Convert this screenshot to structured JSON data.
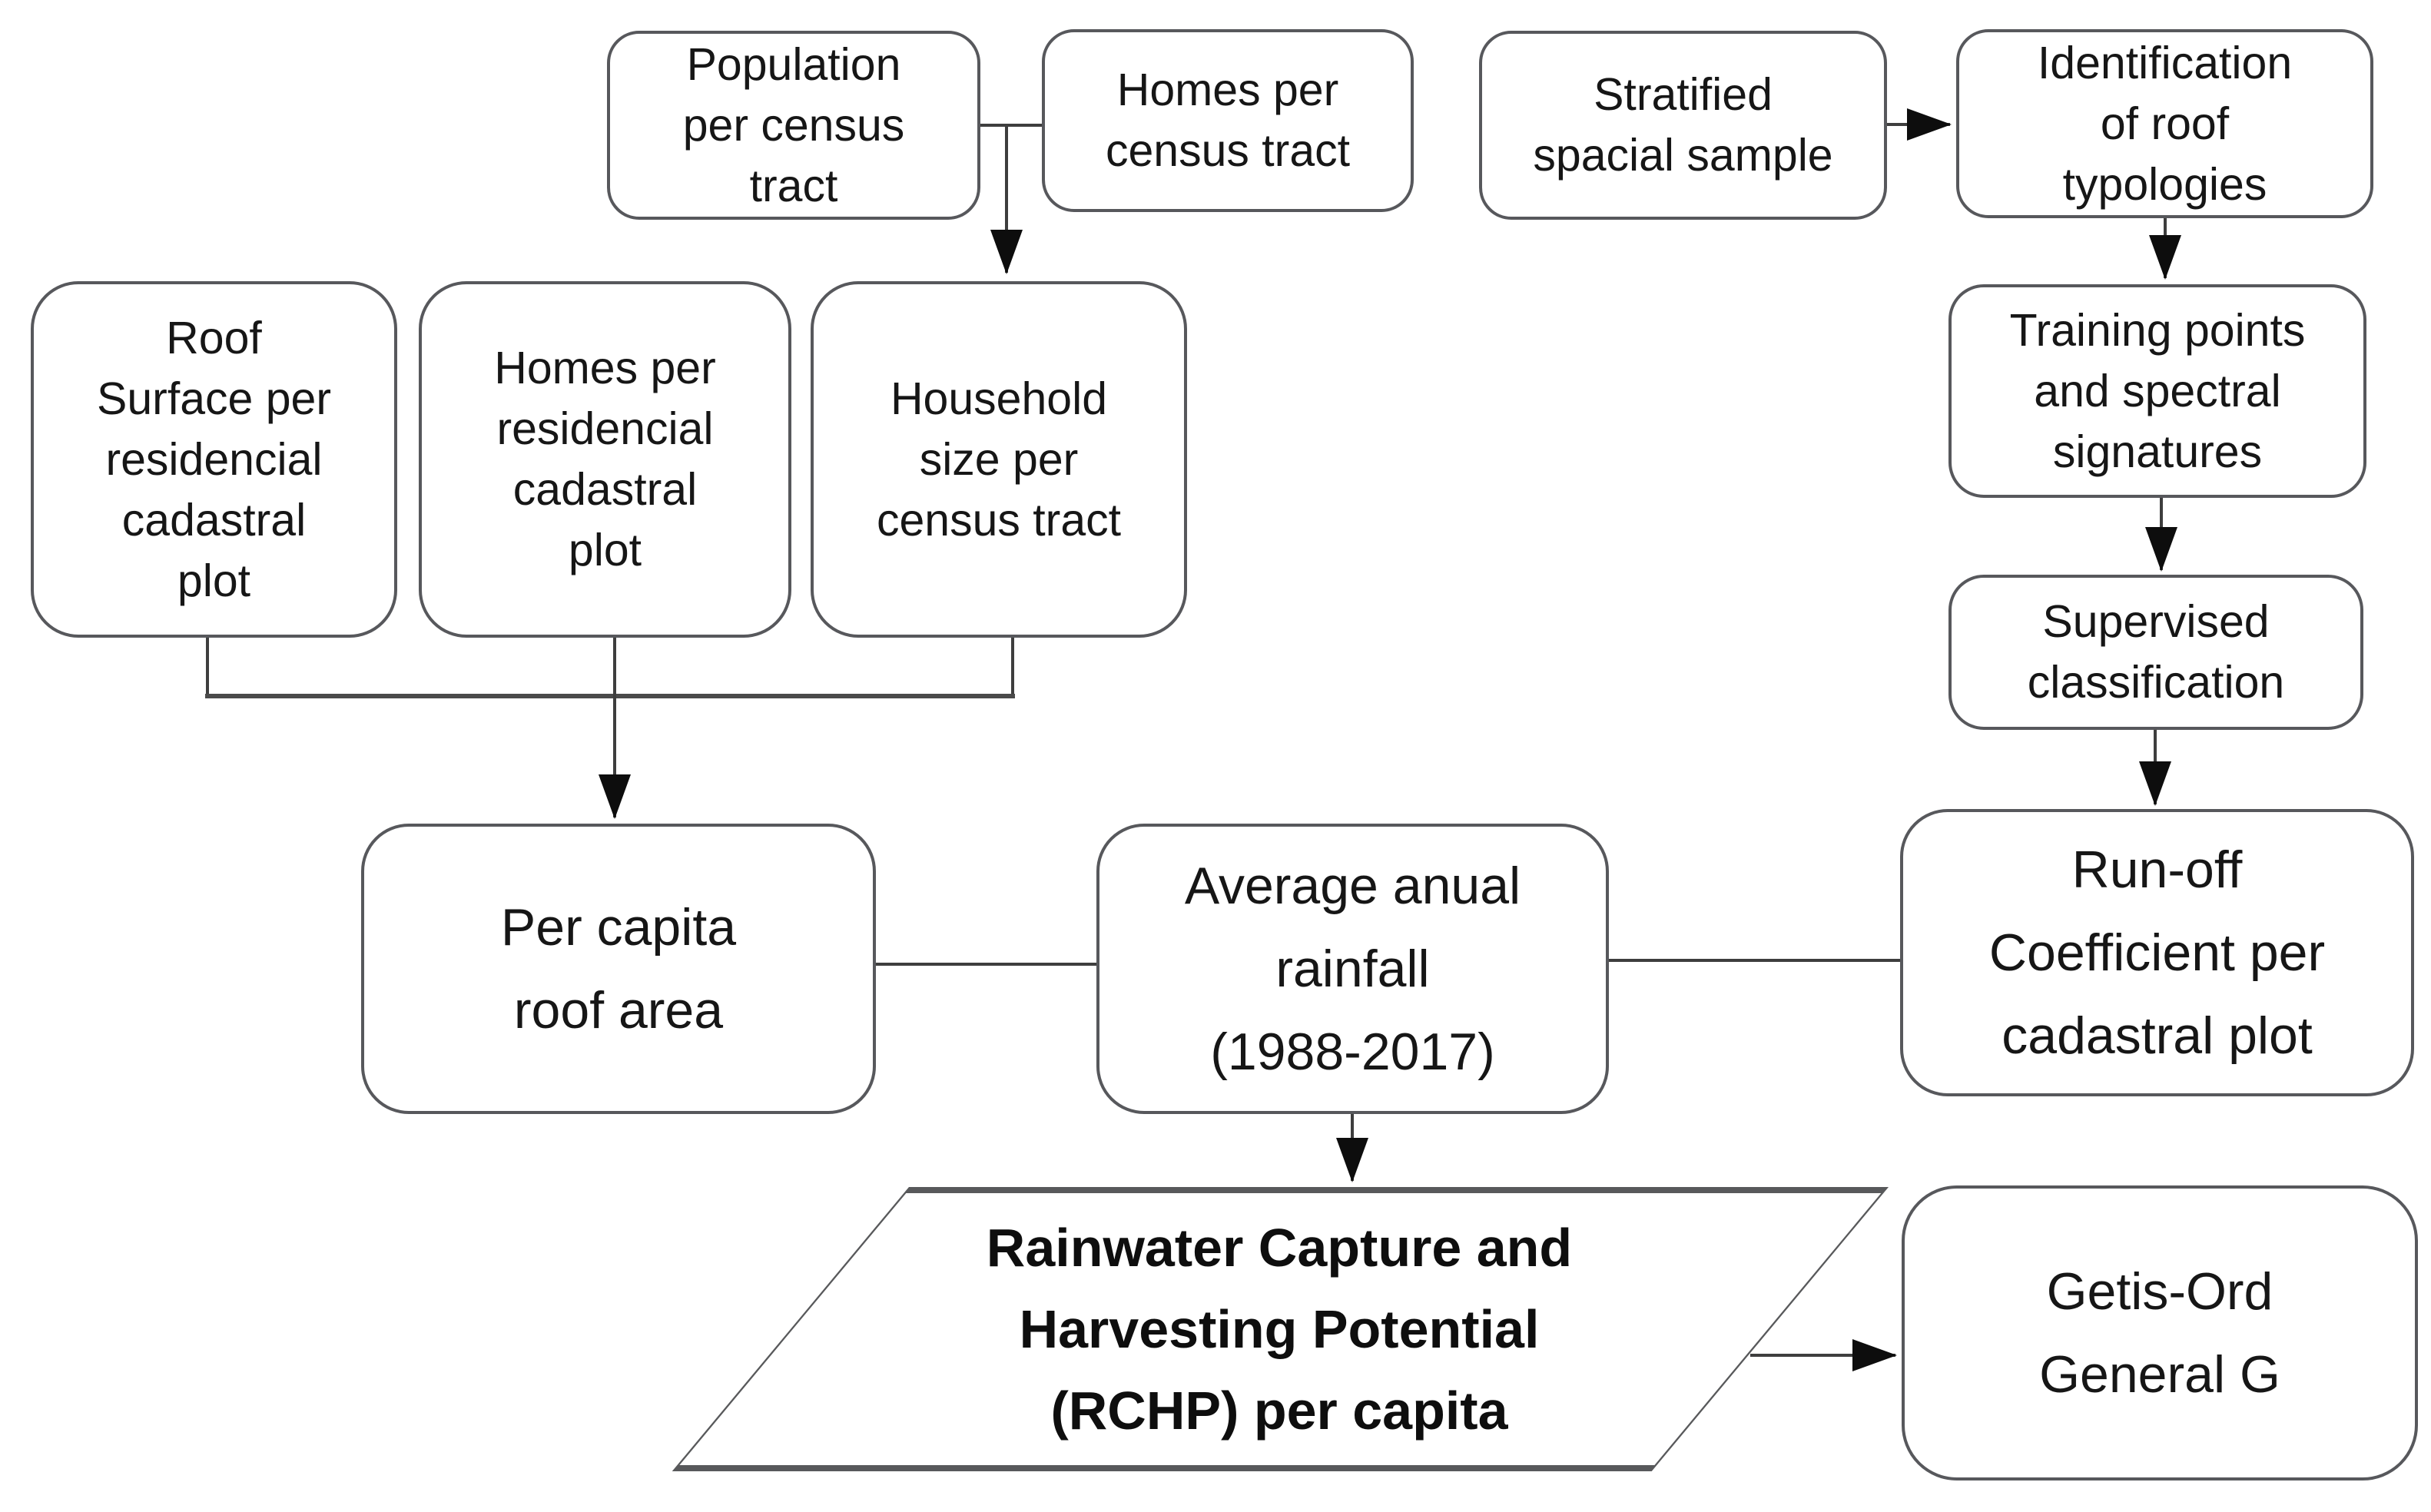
{
  "colors": {
    "background": "#ffffff",
    "box_fill": "#ffffff",
    "box_border": "#57585c",
    "connector_line": "#3e3e3e",
    "arrowhead": "#0d0d0d",
    "text": "#161616"
  },
  "diagram": {
    "nodes": {
      "population_per_census_tract": {
        "label": "Population\nper census\ntract"
      },
      "homes_per_census_tract": {
        "label": "Homes per\ncensus tract"
      },
      "stratified_spacial_sample": {
        "label": "Stratified\nspacial sample"
      },
      "identification_of_roof_typologies": {
        "label": "Identification\nof roof\ntypologies"
      },
      "roof_surface_per_residencial_cadastral_plot": {
        "label": "Roof\nSurface per\nresidencial\ncadastral\nplot"
      },
      "homes_per_residencial_cadastral_plot": {
        "label": "Homes per\nresidencial\ncadastral\nplot"
      },
      "household_size_per_census_tract": {
        "label": "Household\nsize per\ncensus tract"
      },
      "training_points_and_spectral_signatures": {
        "label": "Training points\nand spectral\nsignatures"
      },
      "supervised_classification": {
        "label": "Supervised\nclassification"
      },
      "per_capita_roof_area": {
        "label": "Per capita\nroof area"
      },
      "average_anual_rainfall": {
        "label": "Average anual\nrainfall\n(1988-2017)"
      },
      "run_off_coefficient_per_cadastral_plot": {
        "label": "Run-off\nCoefficient per\ncadastral plot"
      },
      "rchp_per_capita": {
        "label": "Rainwater Capture and\nHarvesting Potential\n(RCHP) per capita"
      },
      "getis_ord_general_g": {
        "label": "Getis-Ord\nGeneral G"
      }
    },
    "edges": [
      {
        "from": "population_per_census_tract",
        "to": "household_size_per_census_tract",
        "type": "arrow",
        "via": "shared_connector"
      },
      {
        "from": "homes_per_census_tract",
        "to": "household_size_per_census_tract",
        "type": "arrow",
        "via": "shared_connector"
      },
      {
        "from": "stratified_spacial_sample",
        "to": "identification_of_roof_typologies",
        "type": "arrow"
      },
      {
        "from": "identification_of_roof_typologies",
        "to": "training_points_and_spectral_signatures",
        "type": "arrow"
      },
      {
        "from": "training_points_and_spectral_signatures",
        "to": "supervised_classification",
        "type": "arrow"
      },
      {
        "from": "supervised_classification",
        "to": "run_off_coefficient_per_cadastral_plot",
        "type": "arrow"
      },
      {
        "from": "roof_surface_per_residencial_cadastral_plot",
        "to": "per_capita_roof_area",
        "type": "arrow",
        "via": "bracket"
      },
      {
        "from": "homes_per_residencial_cadastral_plot",
        "to": "per_capita_roof_area",
        "type": "arrow",
        "via": "bracket"
      },
      {
        "from": "household_size_per_census_tract",
        "to": "per_capita_roof_area",
        "type": "arrow",
        "via": "bracket"
      },
      {
        "from": "per_capita_roof_area",
        "to": "average_anual_rainfall",
        "type": "line"
      },
      {
        "from": "average_anual_rainfall",
        "to": "run_off_coefficient_per_cadastral_plot",
        "type": "line"
      },
      {
        "from": "average_anual_rainfall",
        "to": "rchp_per_capita",
        "type": "arrow"
      },
      {
        "from": "rchp_per_capita",
        "to": "getis_ord_general_g",
        "type": "arrow"
      }
    ]
  }
}
